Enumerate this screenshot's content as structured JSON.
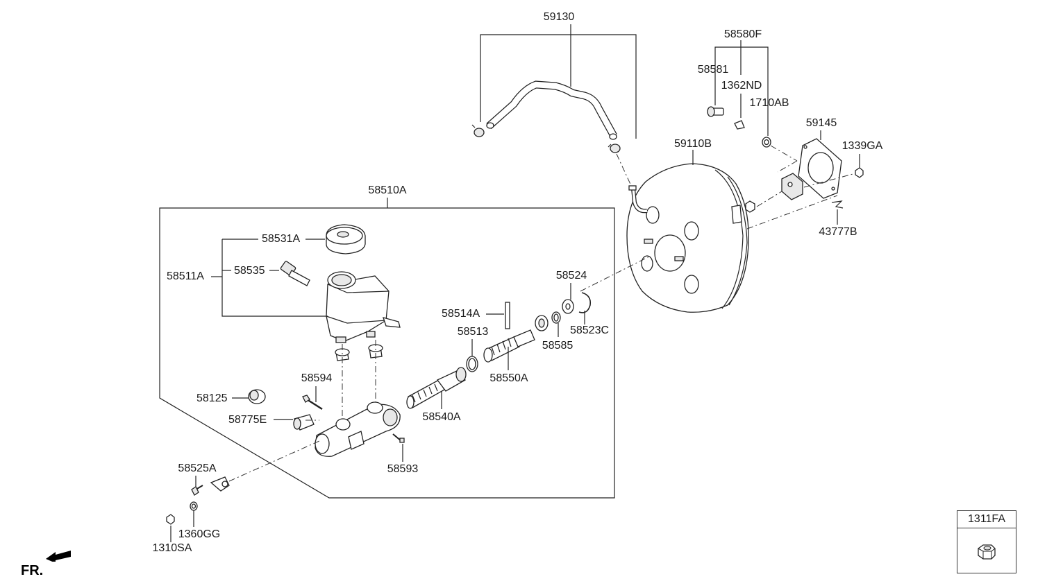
{
  "labels": {
    "p59130": "59130",
    "p58580F": "58580F",
    "p58581": "58581",
    "p1362ND": "1362ND",
    "p1710AB": "1710AB",
    "p59145": "59145",
    "p59110B": "59110B",
    "p1339GA": "1339GA",
    "p43777B": "43777B",
    "p58510A": "58510A",
    "p58531A": "58531A",
    "p58511A": "58511A",
    "p58535": "58535",
    "p58524": "58524",
    "p58514A": "58514A",
    "p58513": "58513",
    "p58523C": "58523C",
    "p58585": "58585",
    "p58550A": "58550A",
    "p58594": "58594",
    "p58125": "58125",
    "p58775E": "58775E",
    "p58540A": "58540A",
    "p58593": "58593",
    "p58525A": "58525A",
    "p1360GG": "1360GG",
    "p1310SA": "1310SA",
    "fr": "FR.",
    "legend_code": "1311FA"
  },
  "icons": {
    "direction": "front-direction-arrow-icon",
    "legend": "nut-icon"
  }
}
